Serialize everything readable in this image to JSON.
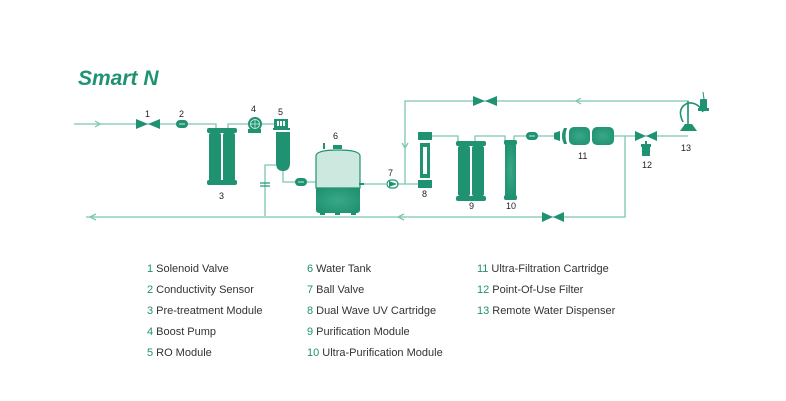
{
  "title": "Smart N",
  "colors": {
    "primary": "#1f9271",
    "pipe": "#7cc7b2",
    "light": "#cde8df"
  },
  "components": [
    {
      "id": "1",
      "name": "Solenoid Valve"
    },
    {
      "id": "2",
      "name": "Conductivity Sensor"
    },
    {
      "id": "3",
      "name": "Pre-treatment Module"
    },
    {
      "id": "4",
      "name": "Boost Pump"
    },
    {
      "id": "5",
      "name": "RO Module"
    },
    {
      "id": "6",
      "name": "Water Tank"
    },
    {
      "id": "7",
      "name": "Ball Valve"
    },
    {
      "id": "8",
      "name": "Dual Wave UV Cartridge"
    },
    {
      "id": "9",
      "name": "Purification Module"
    },
    {
      "id": "10",
      "name": "Ultra-Purification Module"
    },
    {
      "id": "11",
      "name": "Ultra-Filtration Cartridge"
    },
    {
      "id": "12",
      "name": "Point-Of-Use Filter"
    },
    {
      "id": "13",
      "name": "Remote Water Dispenser"
    }
  ]
}
